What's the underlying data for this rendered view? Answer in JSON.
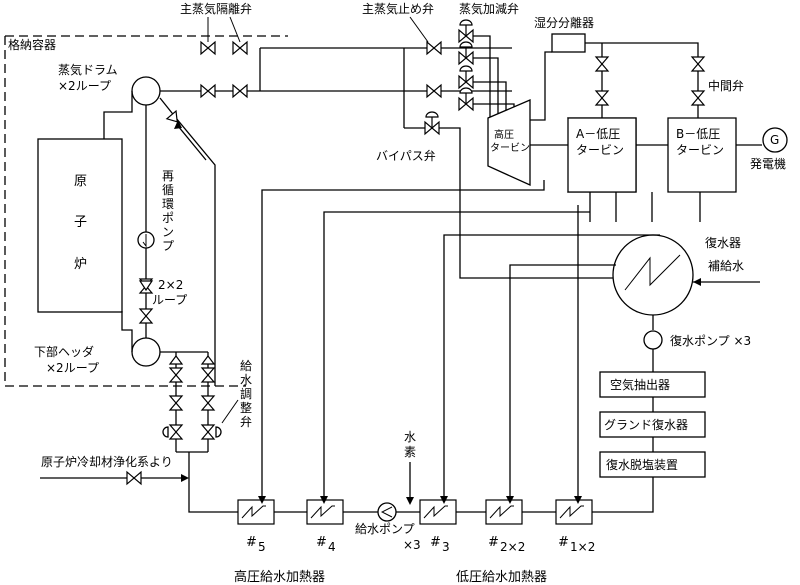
{
  "labels": {
    "containment": "格納容器",
    "main_steam_isolation_valve": "主蒸気隔離弁",
    "main_steam_stop_valve": "主蒸気止め弁",
    "steam_control_valve": "蒸気加減弁",
    "moisture_separator": "湿分分離器",
    "steam_drum_1": "蒸気ドラム",
    "steam_drum_2": "×2ループ",
    "intermediate_valve": "中間弁",
    "hp_turbine_1": "高圧",
    "hp_turbine_2": "タービン",
    "lp_turbine_a_1": "A－低圧",
    "lp_turbine_a_2": "タービン",
    "lp_turbine_b_1": "B－低圧",
    "lp_turbine_b_2": "タービン",
    "generator_symbol": "G",
    "generator": "発電機",
    "bypass_valve": "バイパス弁",
    "reactor": [
      "原",
      "子",
      "炉"
    ],
    "recirc_pump": [
      "再",
      "循",
      "環",
      "ポ",
      "ン",
      "プ"
    ],
    "recirc_loops_1": "2×2",
    "recirc_loops_2": "ループ",
    "lower_header_1": "下部ヘッダ",
    "lower_header_2": "×2ループ",
    "condenser": "復水器",
    "makeup_water": "補給水",
    "condensate_pump": "復水ポンプ ×3",
    "air_ejector": "空気抽出器",
    "gland_condenser": "グランド復水器",
    "condensate_demineralizer": "復水脱塩装置",
    "feedwater_control_valve": [
      "給",
      "水",
      "調",
      "整",
      "弁"
    ],
    "hydrogen": [
      "水",
      "素"
    ],
    "reactor_cleanup": "原子炉冷却材浄化系より",
    "feedwater_pump_1": "給水ポンプ",
    "feedwater_pump_2": "×3",
    "heater_5": "5",
    "heater_4": "4",
    "heater_3": "3",
    "heater_2": "2×2",
    "heater_1": "1×2",
    "hp_heaters": "高圧給水加熱器",
    "lp_heaters": "低圧給水加熱器"
  }
}
